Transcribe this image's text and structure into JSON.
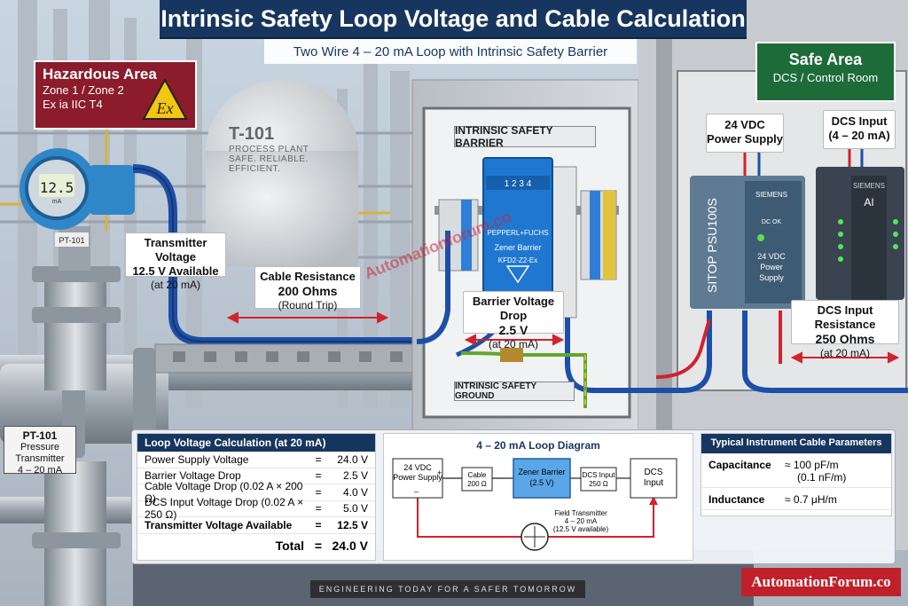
{
  "header": {
    "title": "Intrinsic Safety Loop Voltage and Cable Calculation",
    "subtitle": "Two Wire 4 – 20 mA Loop with Intrinsic Safety Barrier"
  },
  "hazard_sign": {
    "title": "Hazardous Area",
    "line1": "Zone 1 / Zone 2",
    "line2": "Ex ia IIC T4",
    "icon_text": "Ex"
  },
  "safe_sign": {
    "title": "Safe Area",
    "subtitle": "DCS / Control Room"
  },
  "tank": {
    "id": "T-101",
    "line1": "PROCESS PLANT",
    "line2": "SAFE. RELIABLE. EFFICIENT."
  },
  "transmitter": {
    "display": "12.5",
    "display_unit": "mA",
    "tag": "PT-101",
    "plate_line1": "PT-101",
    "plate_line2": "Pressure Transmitter",
    "plate_line3": "4 – 20 mA"
  },
  "labels": {
    "tx_voltage": {
      "title": "Transmitter Voltage",
      "value": "12.5 V Available",
      "note": "(at 20 mA)"
    },
    "cable_res": {
      "title": "Cable Resistance",
      "value": "200 Ohms",
      "note": "(Round Trip)"
    },
    "barrier_drop": {
      "title": "Barrier Voltage Drop",
      "value": "2.5 V",
      "note": "(at 20 mA)"
    },
    "dcs_res": {
      "title": "DCS Input Resistance",
      "value": "250 Ohms",
      "note": "(at 20 mA)"
    },
    "psu": {
      "line1": "24 VDC",
      "line2": "Power Supply"
    },
    "dcs_in": {
      "line1": "DCS Input",
      "line2": "(4 – 20 mA)"
    },
    "isb": "INTRINSIC SAFETY BARRIER",
    "isg": "INTRINSIC SAFETY GROUND"
  },
  "barrier_device": {
    "terminals": "1 2 3 4",
    "brand": "PEPPERL+FUCHS",
    "name": "Zener Barrier",
    "model": "KFD2-Z2-Ex"
  },
  "psu_device": {
    "brand": "SIEMENS",
    "model": "SITOP PSU100S",
    "status": "DC OK",
    "line1": "24 VDC",
    "line2": "Power",
    "line3": "Supply"
  },
  "dcs_device": {
    "brand": "SIEMENS",
    "module": "AI"
  },
  "calc": {
    "header": "Loop Voltage Calculation (at 20 mA)",
    "rows": [
      {
        "label": "Power Supply Voltage",
        "eq": "=",
        "value": "24.0 V"
      },
      {
        "label": "Barrier Voltage Drop",
        "eq": "=",
        "value": "2.5 V"
      },
      {
        "label": "Cable Voltage Drop (0.02 A × 200 Ω)",
        "eq": "=",
        "value": "4.0 V"
      },
      {
        "label": "DCS Input Voltage Drop (0.02 A × 250 Ω)",
        "eq": "=",
        "value": "5.0 V"
      },
      {
        "label": "Transmitter Voltage Available",
        "eq": "=",
        "value": "12.5 V"
      }
    ],
    "total_label": "Total",
    "total_eq": "=",
    "total_value": "24.0 V"
  },
  "loop": {
    "title": "4 – 20 mA Loop Diagram",
    "psu_l1": "24 VDC",
    "psu_l2": "Power Supply",
    "psu_plus": "+",
    "psu_minus": "–",
    "cable_l1": "Cable",
    "cable_l2": "200 Ω",
    "barrier_l1": "Zener Barrier",
    "barrier_l2": "(2.5 V)",
    "dcsin_l1": "DCS Input",
    "dcsin_l2": "250 Ω",
    "dcs_l1": "DCS",
    "dcs_l2": "Input",
    "tx_l1": "Field Transmitter",
    "tx_l2": "4 – 20 mA",
    "tx_l3": "(12.5 V available)"
  },
  "cable_params": {
    "header": "Typical Instrument Cable Parameters",
    "rows": [
      {
        "label": "Capacitance",
        "value": "≈ 100 pF/m",
        "value2": "(0.1 nF/m)"
      },
      {
        "label": "Inductance",
        "value": "≈ 0.7 μH/m",
        "value2": ""
      }
    ]
  },
  "footer": "ENGINEERING TODAY FOR A SAFER TOMORROW",
  "brand": "AutomationForum.co",
  "watermark": "Automationforum.co",
  "colors": {
    "navy": "#17365f",
    "hazard_red": "#8c1c2b",
    "safe_green": "#1e6b3a",
    "brand_red": "#c0202a",
    "barrier_blue": "#1f77d0",
    "loop_red": "#d2222d",
    "cable_blue": "#1c4fa8"
  }
}
